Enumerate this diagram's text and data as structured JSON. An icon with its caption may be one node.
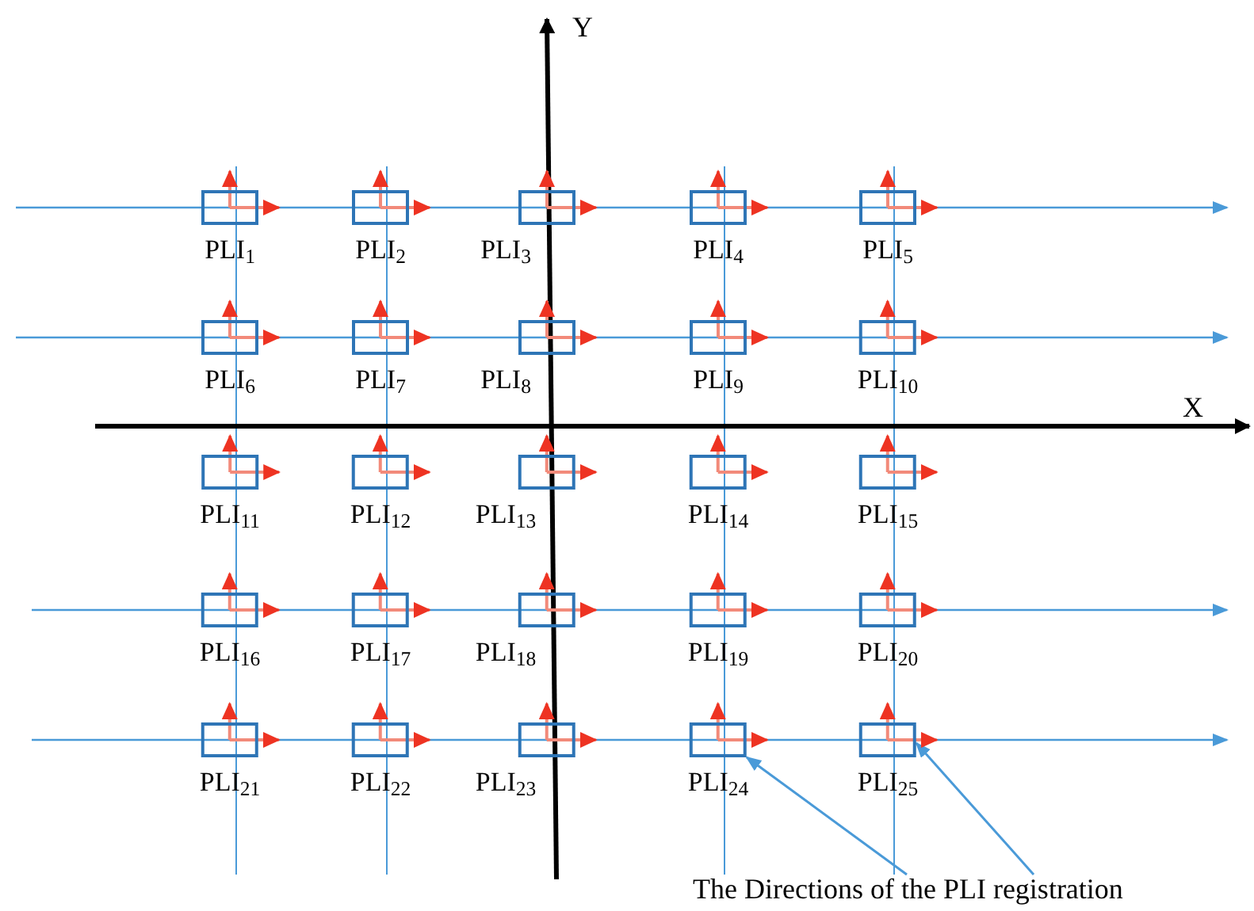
{
  "diagram": {
    "nodes": [
      {
        "text": [
          "PLI$_{1}$"
        ]
      },
      {
        "text": [
          "PLI$_{2}$"
        ]
      },
      {
        "text": [
          "PLI$_{3}$"
        ]
      },
      {
        "text": [
          "PLI$_{4}$"
        ]
      },
      {
        "text": [
          "PLI$_{5}$"
        ]
      },
      {
        "text": [
          "PLI$_{6}$"
        ]
      },
      {
        "text": [
          "PLI$_{7}$"
        ]
      },
      {
        "text": [
          "PLI$_{8}$"
        ]
      },
      {
        "text": [
          "PLI$_{9}$"
        ]
      },
      {
        "text": [
          "PLI$_{10}$"
        ]
      },
      {
        "text": [
          "PLI$_{11}$"
        ]
      },
      {
        "text": [
          "PLI$_{12}$"
        ]
      },
      {
        "text": [
          "PLI$_{13}$"
        ]
      },
      {
        "text": [
          "PLI$_{14}$"
        ]
      },
      {
        "text": [
          "PLI$_{15}$"
        ]
      },
      {
        "text": [
          "PLI$_{16}$"
        ]
      },
      {
        "text": [
          "PLI$_{17}$"
        ]
      },
      {
        "text": [
          "PLI$_{18}$"
        ]
      },
      {
        "text": [
          "PLI$_{19}$"
        ]
      },
      {
        "text": [
          "PLI$_{20}$"
        ]
      },
      {
        "text": [
          "PLI$_{21}$"
        ]
      },
      {
        "text": [
          "PLI$_{22}$"
        ]
      },
      {
        "text": [
          "PLI$_{23}$"
        ]
      },
      {
        "text": [
          "PLI$_{24}$"
        ]
      },
      {
        "text": [
          "PLI$_{25}$"
        ]
      },
      {
        "text": [
          "The Directions of the PLI registration"
        ]
      }
    ],
    "edges": [
      {
        "from": 25,
        "to": 23,
        "arrow": "to"
      },
      {
        "from": 25,
        "to": 24,
        "arrow": "to"
      }
    ],
    "labels": [
      "Y",
      "X"
    ]
  }
}
